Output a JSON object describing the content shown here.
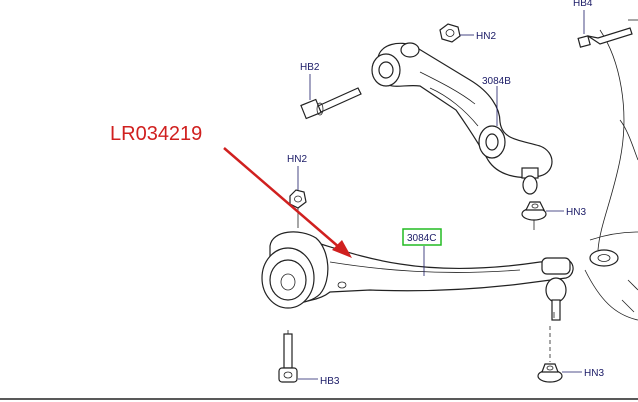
{
  "callout": {
    "part_number": "LR034219",
    "color": "#d0201f"
  },
  "highlight_color": "#22bb22",
  "labels": {
    "hb4": "HB4",
    "hn2_top": "HN2",
    "hb2": "HB2",
    "arm_upper": "3084B",
    "hn3_upper": "HN3",
    "hn2_lower": "HN2",
    "arm_lower": "3084C",
    "hb3": "HB3",
    "hn3_lower": "HN3"
  }
}
